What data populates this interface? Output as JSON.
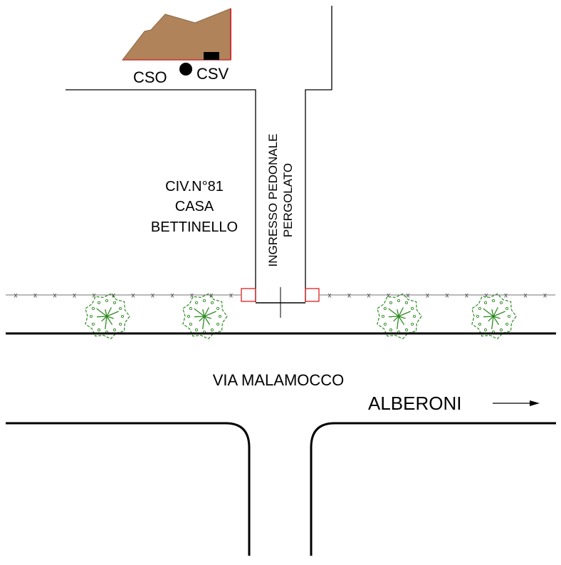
{
  "labels": {
    "cso": "CSO",
    "csv": "CSV",
    "civic_number": "CIV.N°81",
    "casa": "CASA",
    "owner": "BETTINELLO",
    "entrance_line1": "INGRESSO PEDONALE",
    "entrance_line2": "PERGOLATO",
    "street": "VIA MALAMOCCO",
    "direction": "ALBERONI"
  },
  "fence_marker": "x",
  "colors": {
    "roof": "#b0835a",
    "roof_edge": "#cc3333",
    "pillar": "#e02020",
    "tree": "#2e8b22",
    "line": "#000000"
  },
  "icons": {
    "trees": [
      "tree-icon",
      "tree-icon",
      "tree-icon",
      "tree-icon"
    ],
    "arrow": "arrow-right-icon",
    "meter": "filled-circle-icon"
  }
}
